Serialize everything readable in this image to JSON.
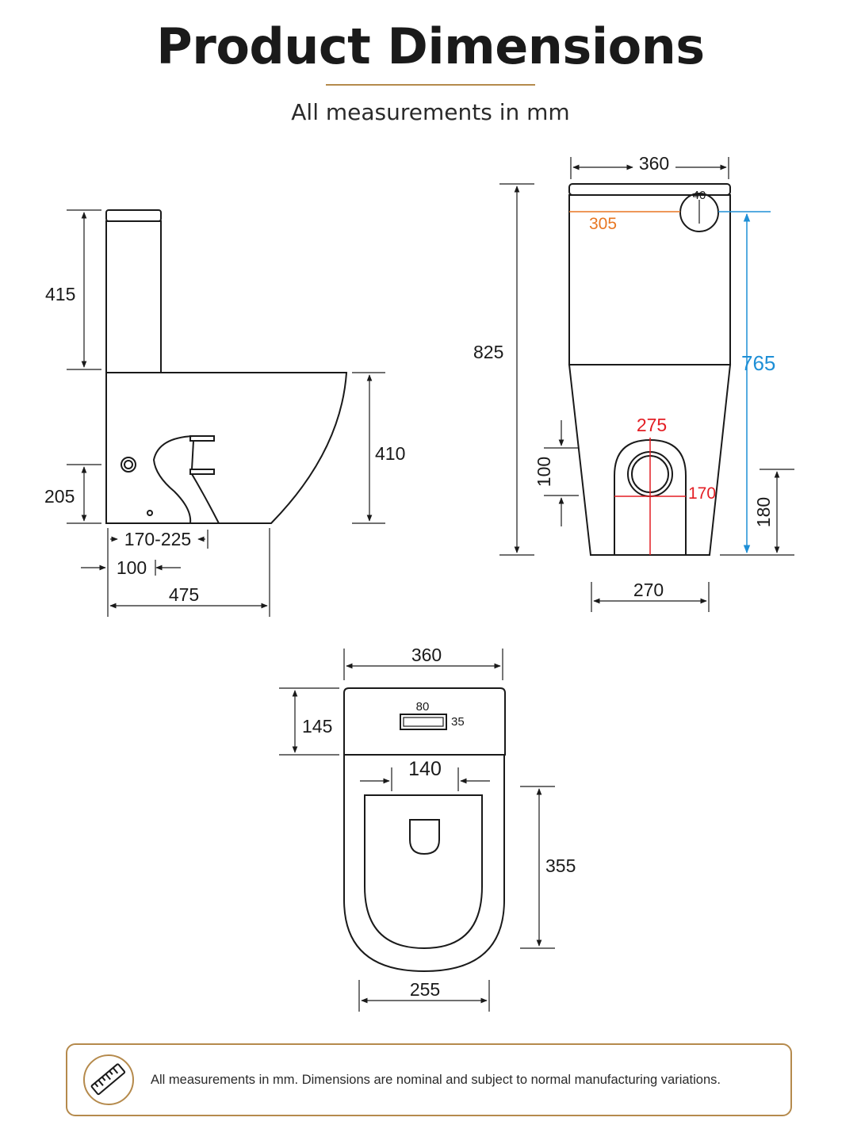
{
  "header": {
    "title": "Product Dimensions",
    "subtitle": "All measurements in mm"
  },
  "colors": {
    "accent": "#b58a4c",
    "line": "#1a1a1a",
    "orange": "#e87722",
    "red": "#e31e24",
    "blue": "#1e8fd6"
  },
  "side_view": {
    "cistern_height": "415",
    "bowl_height": "410",
    "waste_height": "205",
    "setout_range": "170-225",
    "waste_offset": "100",
    "total_depth": "475"
  },
  "front_view": {
    "width": "360",
    "button_dia": "40",
    "inlet_width": "305",
    "total_height": "825",
    "inlet_height": "765",
    "waste_height_top": "275",
    "opening_width": "170",
    "opening_height": "100",
    "base_height": "180",
    "base_width": "270"
  },
  "top_view": {
    "width": "360",
    "cistern_depth": "145",
    "button_width": "80",
    "button_depth": "35",
    "seat_inner_width": "140",
    "seat_length": "355",
    "base_width": "255"
  },
  "note": {
    "icon": "ruler-icon",
    "text": "All measurements in mm. Dimensions are nominal and subject to normal manufacturing variations."
  }
}
